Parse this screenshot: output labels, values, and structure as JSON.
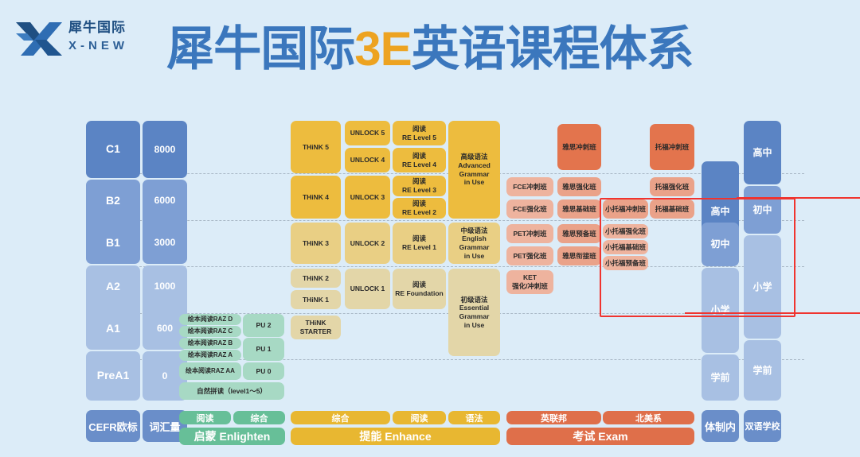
{
  "brand": {
    "logo_cn": "犀牛国际",
    "logo_en": "X-NEW",
    "logo_icon": "x-logo-icon"
  },
  "title": {
    "part1": "犀牛国际",
    "highlight": "3E",
    "part2": "英语课程体系"
  },
  "cefr": {
    "header": "CEFR欧标",
    "levels": [
      "C1",
      "B2",
      "B1",
      "A2",
      "A1",
      "PreA1"
    ]
  },
  "vocab": {
    "header": "词汇量",
    "values": [
      "8000",
      "6000",
      "3000",
      "1000",
      "600",
      "0"
    ]
  },
  "enlighten": {
    "raz": [
      "绘本阅读RAZ D",
      "绘本阅读RAZ C",
      "绘本阅读RAZ B",
      "绘本阅读RAZ A",
      "绘本阅读RAZ AA"
    ],
    "pu": [
      "PU 2",
      "PU 1",
      "PU 0"
    ],
    "phonics": "自然拼读（level1～5）"
  },
  "think": {
    "items": [
      "THiNK 5",
      "THiNK 4",
      "THiNK 3",
      "THiNK 2",
      "THiNK 1",
      "THiNK STARTER"
    ]
  },
  "unlock": {
    "items": [
      "UNLOCK 5",
      "UNLOCK 4",
      "UNLOCK 3",
      "UNLOCK 2",
      "UNLOCK 1"
    ]
  },
  "reading": {
    "items": [
      "阅读\nRE Level 5",
      "阅读\nRE Level 4",
      "阅读\nRE Level 3",
      "阅读\nRE Level 2",
      "阅读\nRE Level 1",
      "阅读\nRE Foundation"
    ]
  },
  "grammar": {
    "items": [
      "高级语法\nAdvanced\nGrammar\nin Use",
      "中级语法\nEnglish\nGrammar\nin Use",
      "初级语法\nEssential\nGrammar\nin Use"
    ]
  },
  "commonwealth": {
    "fce_pet_ket": [
      "FCE冲刺班",
      "FCE强化班",
      "PET冲刺班",
      "PET强化班",
      "KET\n强化/冲刺班"
    ],
    "ielts": [
      "雅思冲刺班",
      "雅思强化班",
      "雅思基础班",
      "雅思预备班",
      "雅思衔接班"
    ]
  },
  "northamerica": {
    "junior_toefl": [
      "小托福冲刺班",
      "小托福强化班",
      "小托福基础班",
      "小托福预备班"
    ],
    "toefl": [
      "托福冲刺班",
      "托福强化班",
      "托福基础班"
    ]
  },
  "system_public": {
    "header": "体制内",
    "stages": [
      "高中",
      "初中",
      "小学",
      "学前"
    ]
  },
  "system_bilingual": {
    "header": "双语学校",
    "stages": [
      "高中",
      "初中",
      "小学",
      "学前"
    ]
  },
  "footer": {
    "cefr_label": "CEFR欧标",
    "vocab_label": "词汇量",
    "green_tags": [
      "阅读",
      "综合"
    ],
    "green_band": "启蒙 Enlighten",
    "yellow_tags": [
      "综合",
      "阅读",
      "语法"
    ],
    "yellow_band": "提能 Enhance",
    "red_tags": [
      "英联邦",
      "北美系"
    ],
    "red_band": "考试 Exam",
    "public_label": "体制内",
    "bilingual_label": "双语学校"
  },
  "colors": {
    "background": "#dcecf8",
    "title_blue": "#3b77bd",
    "title_orange": "#eda321",
    "blue_dark": "#5b84c4",
    "yellow_dark": "#edbc3e",
    "green": "#a7d9c4",
    "red": "#e3744d",
    "highlight_box": "#f0342f"
  }
}
